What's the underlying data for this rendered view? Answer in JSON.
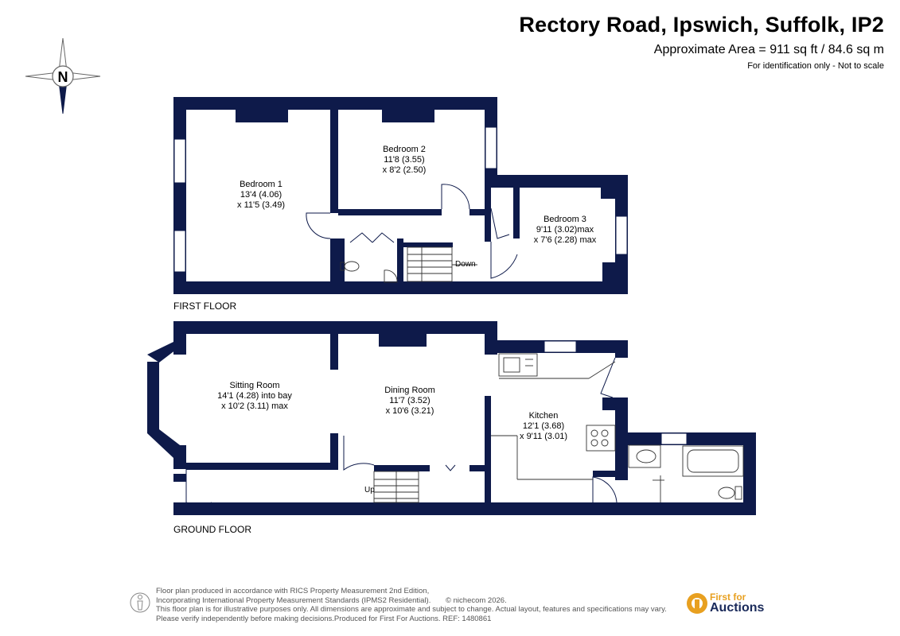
{
  "header": {
    "title": "Rectory Road, Ipswich, Suffolk, IP2",
    "area": "Approximate Area = 911 sq ft / 84.6 sq m",
    "note": "For identification only - Not to scale"
  },
  "compass": {
    "letter": "N"
  },
  "first_floor": {
    "label": "FIRST FLOOR",
    "rooms": [
      {
        "name": "Bedroom 1",
        "dim1": "13'4 (4.06)",
        "dim2": "x 11'5 (3.49)"
      },
      {
        "name": "Bedroom 2",
        "dim1": "11'8 (3.55)",
        "dim2": "x 8'2 (2.50)"
      },
      {
        "name": "Bedroom 3",
        "dim1": "9'11 (3.02)max",
        "dim2": "x 7'6 (2.28) max"
      }
    ],
    "stairs_label": "Down"
  },
  "ground_floor": {
    "label": "GROUND FLOOR",
    "rooms": [
      {
        "name": "Sitting Room",
        "dim1": "14'1 (4.28) into bay",
        "dim2": "x 10'2 (3.11) max"
      },
      {
        "name": "Dining Room",
        "dim1": "11'7 (3.52)",
        "dim2": "x 10'6 (3.21)"
      },
      {
        "name": "Kitchen",
        "dim1": "12'1 (3.68)",
        "dim2": "x 9'11 (3.01)"
      }
    ],
    "stairs_label": "Up"
  },
  "footer": {
    "line1": "Floor plan produced in accordance with RICS Property Measurement 2nd Edition,",
    "line2": "Incorporating International Property Measurement Standards (IPMS2 Residential).",
    "copyright": "© nichecom 2026.",
    "line3": "This floor plan is for illustrative purposes only. All dimensions are approximate and subject to change. Actual layout, features and specifications may vary.",
    "line4": "Please verify independently before making decisions.Produced for First For Auctions.   REF:  1480861"
  },
  "logo": {
    "line1": "First for",
    "line2": "Auctions"
  },
  "colors": {
    "wall": "#0e1a4a",
    "window": "#ffffff",
    "text": "#000000",
    "logo_orange": "#e8a020",
    "logo_navy": "#1a2a5a"
  }
}
